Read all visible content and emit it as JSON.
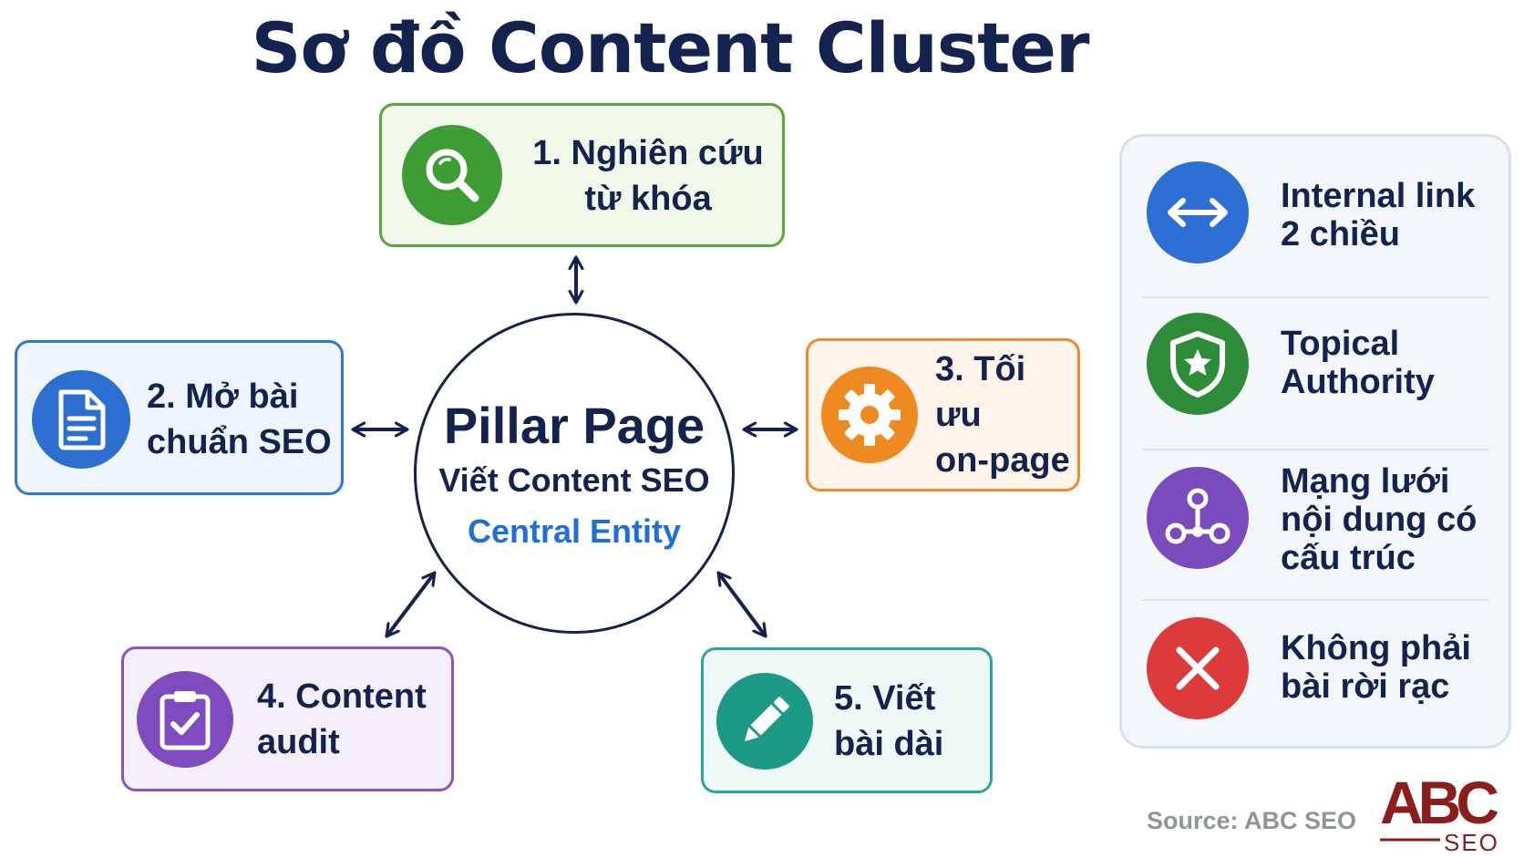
{
  "title": "Sơ đồ Content Cluster",
  "pillar": {
    "title": "Pillar Page",
    "subtitle": "Viết Content SEO",
    "entity": "Central Entity"
  },
  "nodes": [
    {
      "line1": "1. Nghiên cứu",
      "line2": "từ khóa",
      "icon": "search-icon",
      "color": "#3e9c34"
    },
    {
      "line1": "2. Mở bài",
      "line2": "chuẩn SEO",
      "icon": "document-icon",
      "color": "#2d6fd1"
    },
    {
      "line1": "3. Tối ưu",
      "line2": "on-page",
      "icon": "gear-icon",
      "color": "#ef8a21"
    },
    {
      "line1": "4. Content",
      "line2": "audit",
      "icon": "clipboard-check-icon",
      "color": "#7f4bbf"
    },
    {
      "line1": "5. Viết",
      "line2": "bài dài",
      "icon": "pencil-icon",
      "color": "#1d9a86"
    }
  ],
  "panel": [
    {
      "lines": [
        "Internal link",
        "2 chiều"
      ],
      "icon": "double-arrow-icon",
      "color": "#2e6fd6"
    },
    {
      "lines": [
        "Topical",
        "Authority"
      ],
      "icon": "shield-star-icon",
      "color": "#2e8b3a"
    },
    {
      "lines": [
        "Mạng lưới",
        "nội dung có",
        "cấu trúc"
      ],
      "icon": "network-icon",
      "color": "#7a4bbd"
    },
    {
      "lines": [
        "Không phải",
        "bài rời rạc"
      ],
      "icon": "close-icon",
      "color": "#dc3b3b"
    }
  ],
  "source": "Source: ABC SEO",
  "logo": {
    "brand": "ABC",
    "sub": "SEO",
    "color": "#8b1d1d"
  }
}
